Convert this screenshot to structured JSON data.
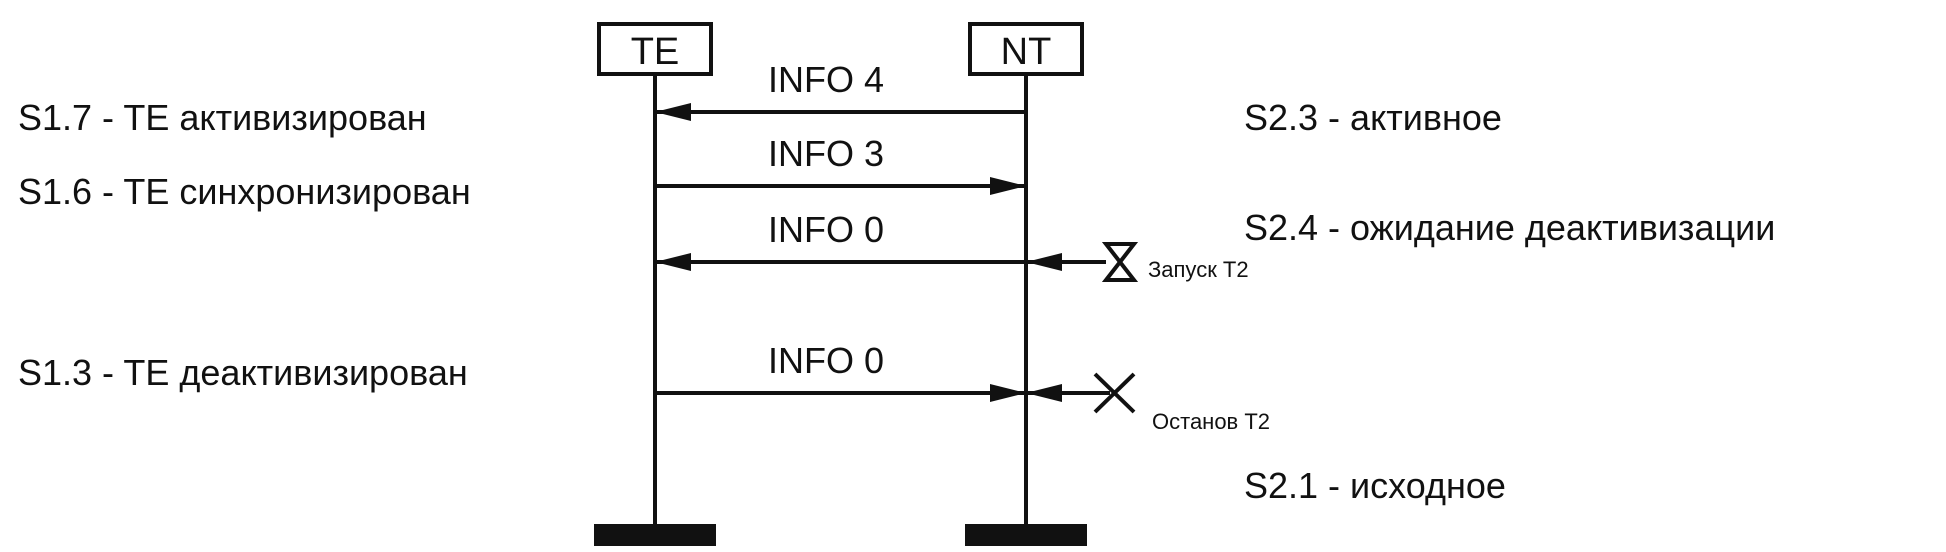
{
  "entities": {
    "left": "TE",
    "right": "NT"
  },
  "messages": [
    {
      "label": "INFO 4",
      "direction": "right-to-left"
    },
    {
      "label": "INFO 3",
      "direction": "left-to-right"
    },
    {
      "label": "INFO 0",
      "direction": "right-to-left"
    },
    {
      "label": "INFO 0",
      "direction": "left-to-right"
    }
  ],
  "left_states": [
    "S1.7 - TE активизирован",
    "S1.6 - TE синхронизирован",
    "S1.3 - TE деактивизирован"
  ],
  "right_states": [
    "S2.3 - активное",
    "S2.4 - ожидание деактивизации",
    "S2.1 - исходное"
  ],
  "timers": [
    {
      "label": "Запуск T2",
      "icon": "timer-start-icon"
    },
    {
      "label": "Останов T2",
      "icon": "timer-stop-icon"
    }
  ],
  "colors": {
    "ink": "#111111",
    "background": "#ffffff"
  }
}
